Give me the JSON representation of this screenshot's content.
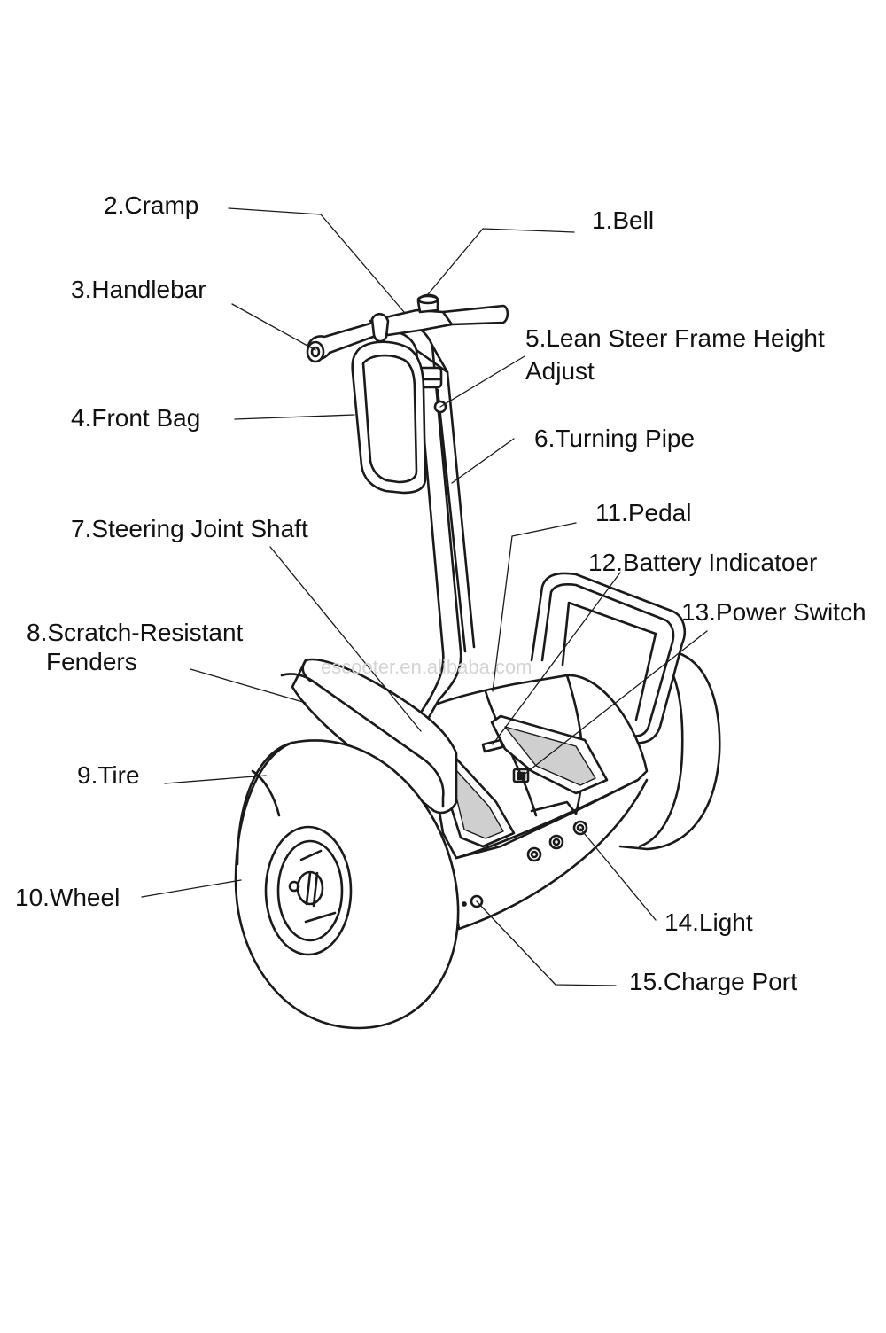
{
  "colors": {
    "stroke": "#1a1a1a",
    "label_text": "#111111",
    "watermark": "#d4d4d4",
    "background": "#ffffff"
  },
  "watermark": "escooter.en.alibaba.com",
  "labels": {
    "bell": "1.Bell",
    "cramp": "2.Cramp",
    "handlebar": "3.Handlebar",
    "front_bag": "4.Front Bag",
    "lean_steer_line1": "5.Lean Steer Frame Height",
    "lean_steer_line2": "Adjust",
    "turning_pipe": "6.Turning Pipe",
    "steering_joint_shaft": "7.Steering Joint Shaft",
    "fenders_line1": "8.Scratch-Resistant",
    "fenders_line2": "Fenders",
    "tire": "9.Tire",
    "wheel": "10.Wheel",
    "pedal": "11.Pedal",
    "battery_indicator": "12.Battery Indicatoer",
    "power_switch": "13.Power Switch",
    "light": "14.Light",
    "charge_port": "15.Charge Port"
  }
}
